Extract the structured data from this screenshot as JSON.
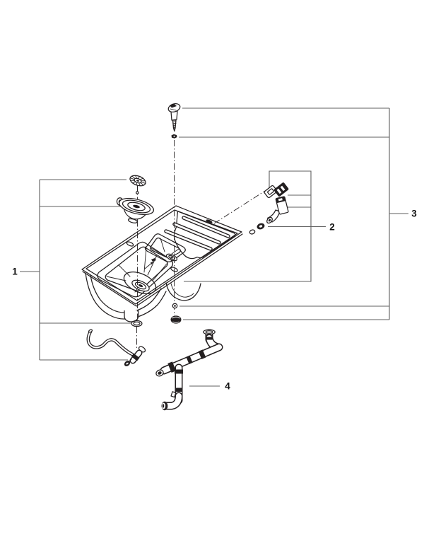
{
  "theme": {
    "background": "#ffffff",
    "ink": "#231f20",
    "callout_line": "#5f5f5f",
    "label_color": "#111111"
  },
  "diagram": {
    "type": "exploded-parts-diagram",
    "callouts": [
      {
        "label": "1",
        "part": "sink-unit-with-strainer-waste-and-overflow-hose"
      },
      {
        "label": "2",
        "part": "overflow-outlet-assembly"
      },
      {
        "label": "3",
        "part": "fixing-screw-washer-and-nut-set"
      },
      {
        "label": "4",
        "part": "waste-trap-pipe-assembly"
      }
    ]
  }
}
